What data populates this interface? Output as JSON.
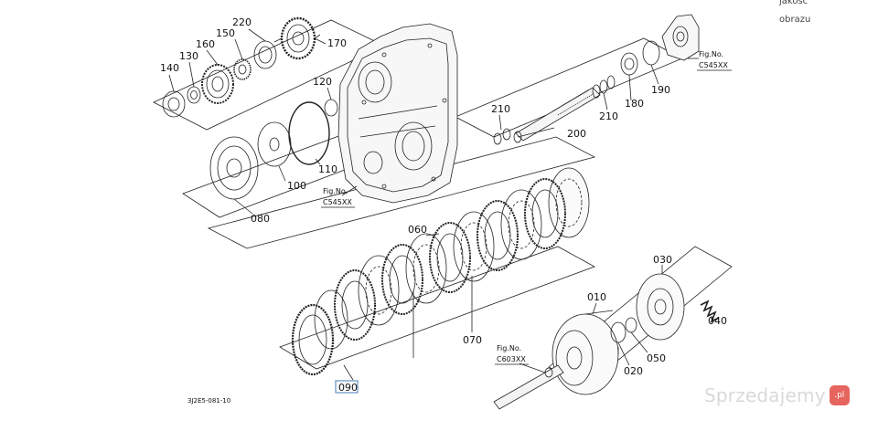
{
  "corner_note": {
    "line1": "jakosc",
    "line2": "obrazu"
  },
  "parts": [
    {
      "id": "p140",
      "label": "140"
    },
    {
      "id": "p130",
      "label": "130"
    },
    {
      "id": "p160",
      "label": "160"
    },
    {
      "id": "p150",
      "label": "150"
    },
    {
      "id": "p220",
      "label": "220"
    },
    {
      "id": "p170",
      "label": "170"
    },
    {
      "id": "p120",
      "label": "120"
    },
    {
      "id": "p110",
      "label": "110"
    },
    {
      "id": "p100",
      "label": "100"
    },
    {
      "id": "p080",
      "label": "080"
    },
    {
      "id": "p210a",
      "label": "210"
    },
    {
      "id": "p210b",
      "label": "210"
    },
    {
      "id": "p200",
      "label": "200"
    },
    {
      "id": "p180",
      "label": "180"
    },
    {
      "id": "p190",
      "label": "190"
    },
    {
      "id": "p060",
      "label": "060"
    },
    {
      "id": "p070",
      "label": "070"
    },
    {
      "id": "p090",
      "label": "090"
    },
    {
      "id": "p030",
      "label": "030"
    },
    {
      "id": "p010",
      "label": "010"
    },
    {
      "id": "p040",
      "label": "040"
    },
    {
      "id": "p050",
      "label": "050"
    },
    {
      "id": "p020",
      "label": "020"
    }
  ],
  "fig_refs": [
    {
      "id": "ref1",
      "line1": "Fig.No.",
      "line2": "C545XX"
    },
    {
      "id": "ref2",
      "line1": "Fig.No.",
      "line2": "C545XX"
    },
    {
      "id": "ref3",
      "line1": "Fig.No.",
      "line2": "C603XX"
    }
  ],
  "diagram_code": "3J2E5-081-10",
  "watermark": {
    "text": "Sprzedajemy",
    "badge": ".pl"
  }
}
